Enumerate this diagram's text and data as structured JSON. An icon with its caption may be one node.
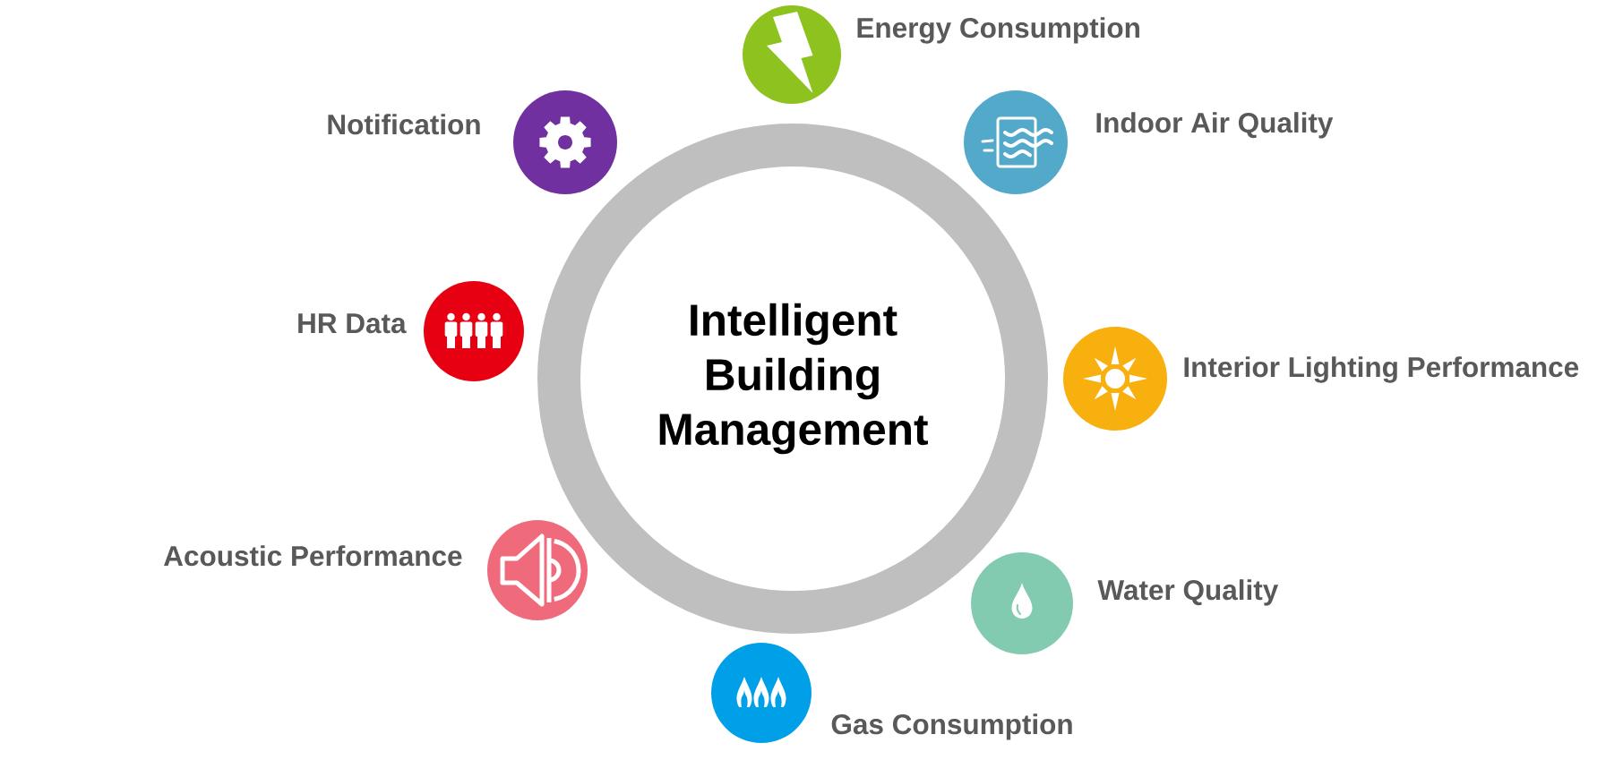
{
  "diagram": {
    "nodes": [
      {
        "text": [
          "Energy Consumption"
        ]
      },
      {
        "text": [
          "Notification"
        ]
      },
      {
        "text": [
          "Indoor Air Quality"
        ]
      },
      {
        "text": [
          "HR Data"
        ]
      },
      {
        "text": [
          "Intelligent Building Management"
        ]
      },
      {
        "text": [
          "Interior Lighting Performance"
        ]
      },
      {
        "text": [
          "Acoustic Performance"
        ]
      },
      {
        "text": [
          "Water Quality"
        ]
      },
      {
        "text": [
          "Gas Consumption"
        ]
      }
    ]
  }
}
